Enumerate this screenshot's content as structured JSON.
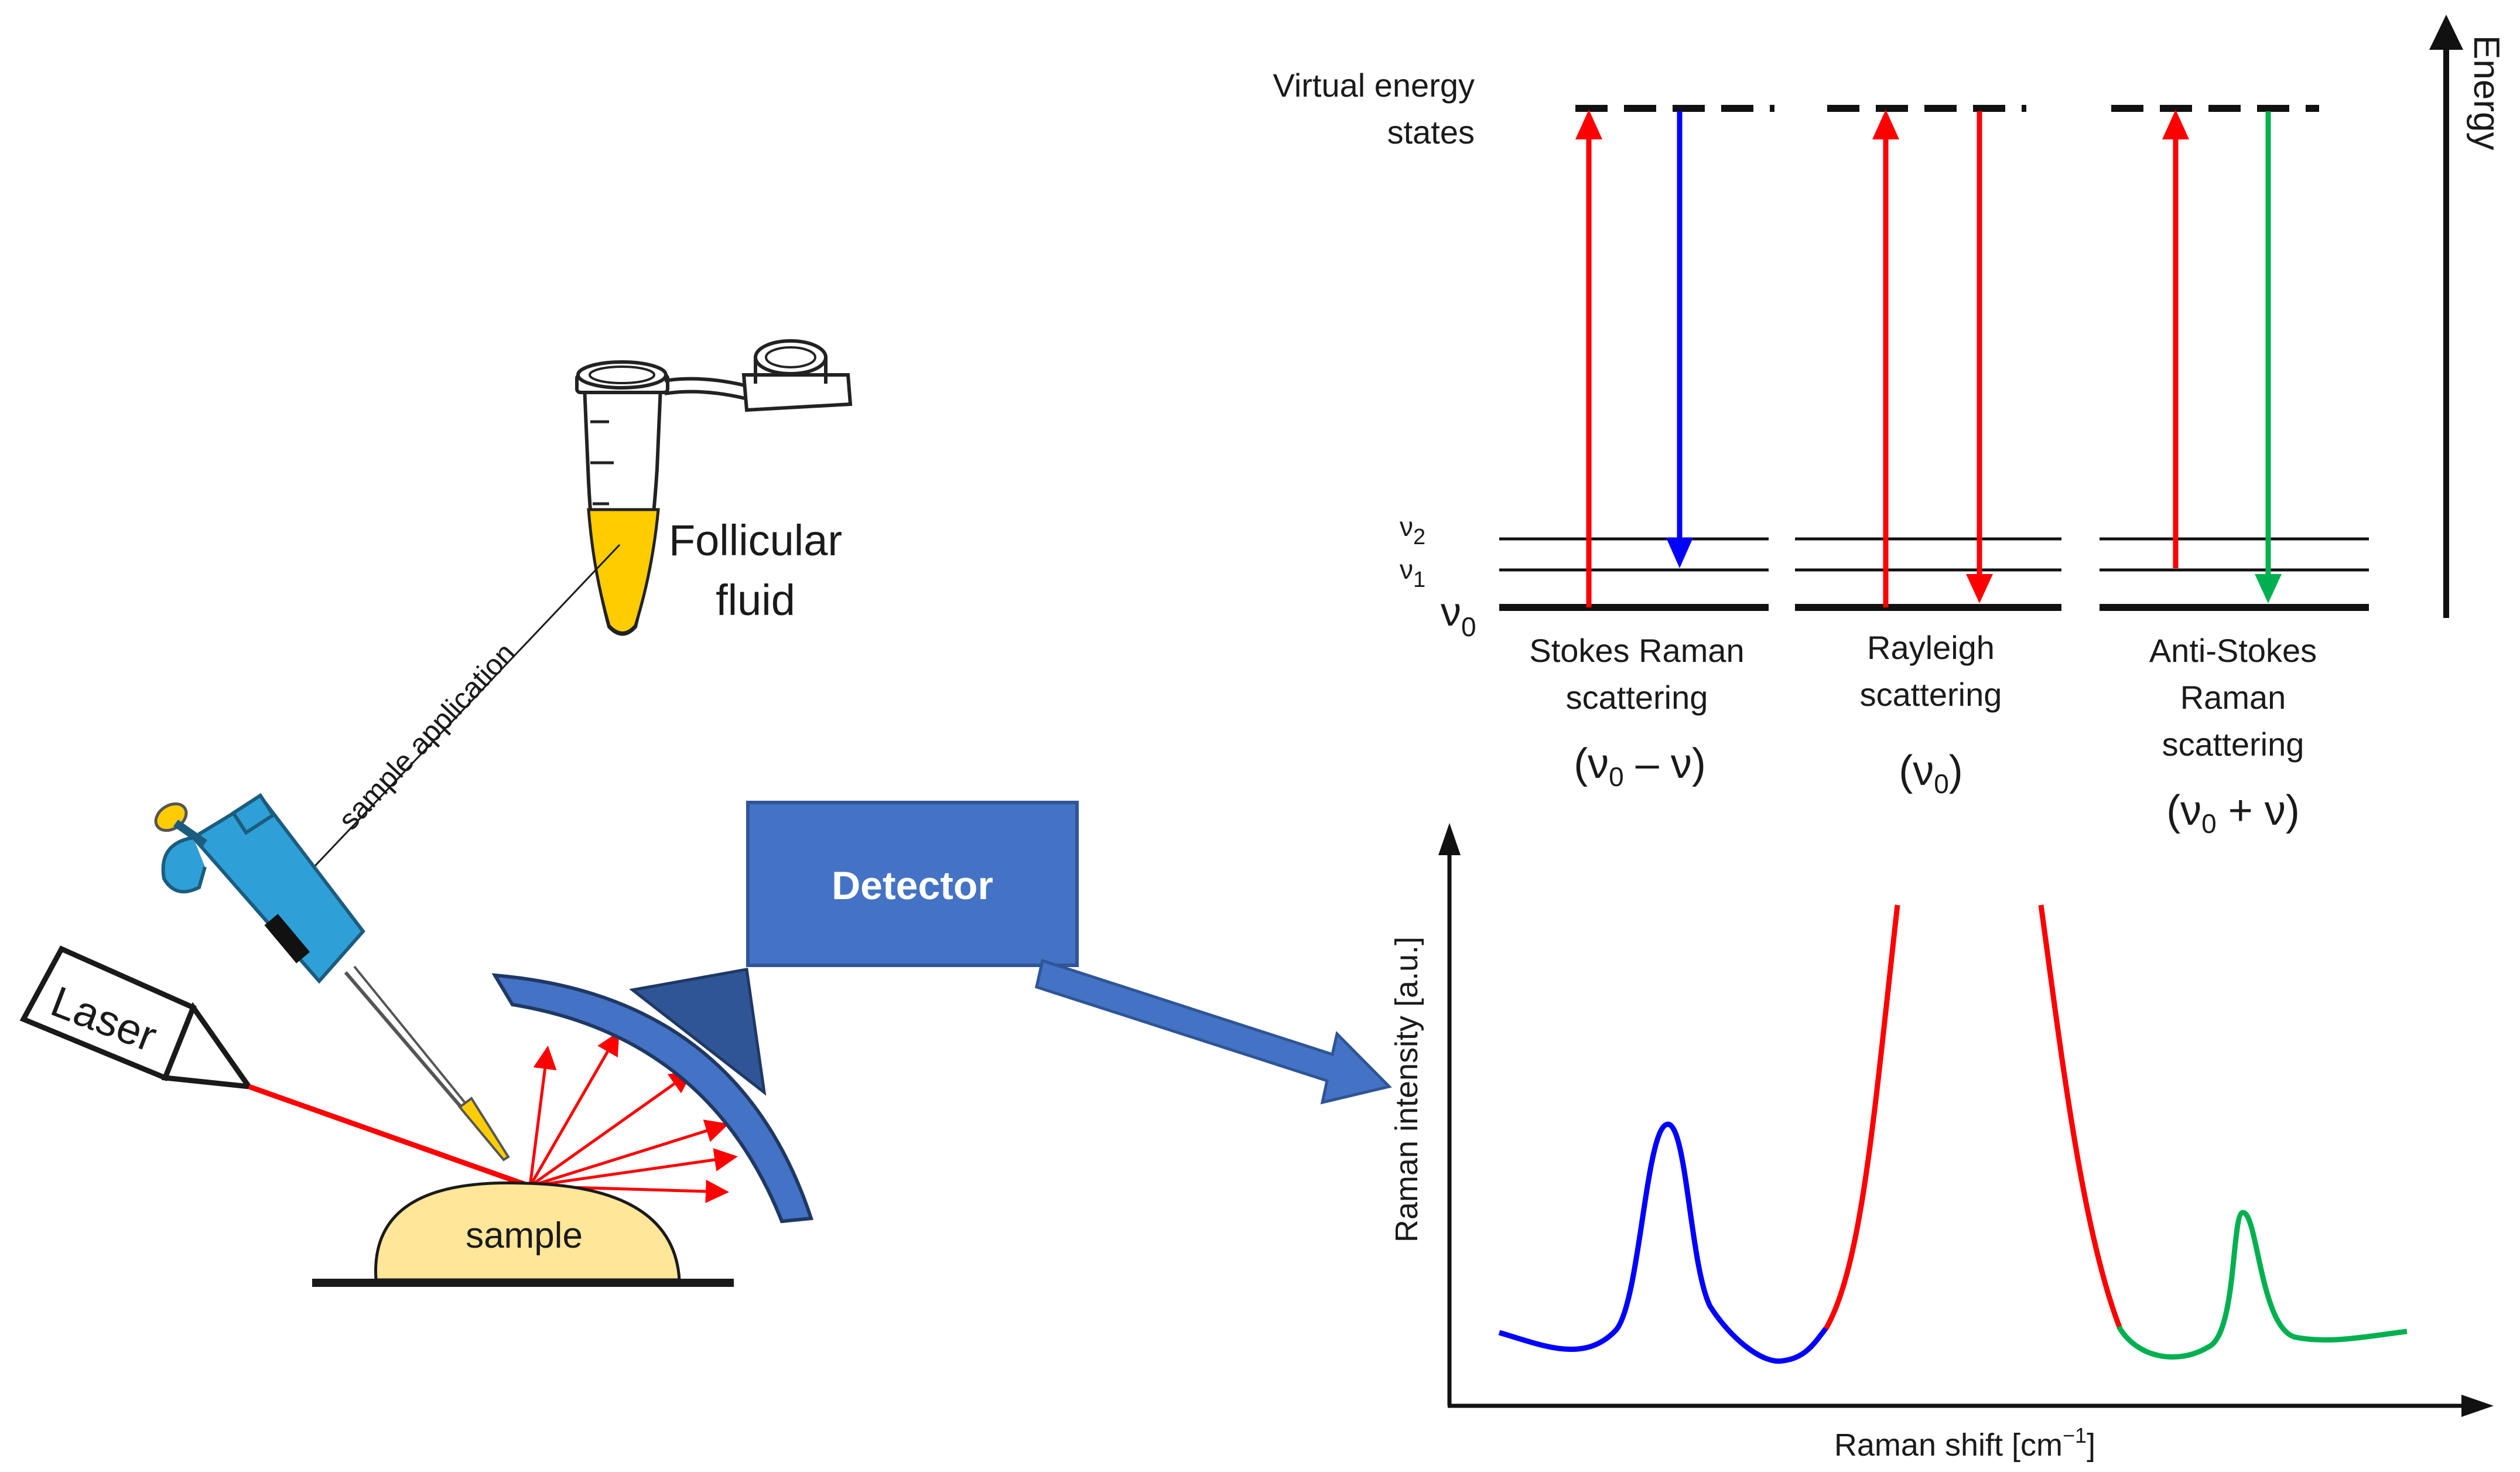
{
  "labels": {
    "follicular_line1": "Follicular",
    "follicular_line2": "fluid",
    "sample_application": "sample application",
    "laser": "Laser",
    "sample": "sample",
    "detector": "Detector",
    "virtual_line1": "Virtual energy",
    "virtual_line2": "states",
    "energy": "Energy",
    "level_v2": "ν",
    "level_v2_sub": "2",
    "level_v1": "ν",
    "level_v1_sub": "1",
    "level_v0": "ν",
    "level_v0_sub": "0",
    "stokes_line1": "Stokes Raman",
    "stokes_line2": "scattering",
    "stokes_formula_a": "(ν",
    "stokes_formula_sub": "0",
    "stokes_formula_b": " – ν)",
    "rayleigh_line1": "Rayleigh",
    "rayleigh_line2": "scattering",
    "rayleigh_formula_a": "(ν",
    "rayleigh_formula_sub": "0",
    "rayleigh_formula_b": ")",
    "anti_line1": "Anti-Stokes",
    "anti_line2": "Raman",
    "anti_line3": "scattering",
    "anti_formula_a": "(ν",
    "anti_formula_sub": "0",
    "anti_formula_b": " + ν)",
    "y_axis": "Raman intensity [a.u.]",
    "x_axis_a": "Raman shift [cm",
    "x_axis_sup": "−1",
    "x_axis_b": "]"
  },
  "colors": {
    "laser_red": "#ff0000",
    "stokes_blue": "#0000ff",
    "anti_stokes_green": "#00b050",
    "detector_blue": "#4472c4",
    "detector_dark": "#2f5597",
    "sample_fill": "#ffe699",
    "fluid_yellow": "#ffcc00",
    "pipette_blue": "#2f9fd8"
  }
}
